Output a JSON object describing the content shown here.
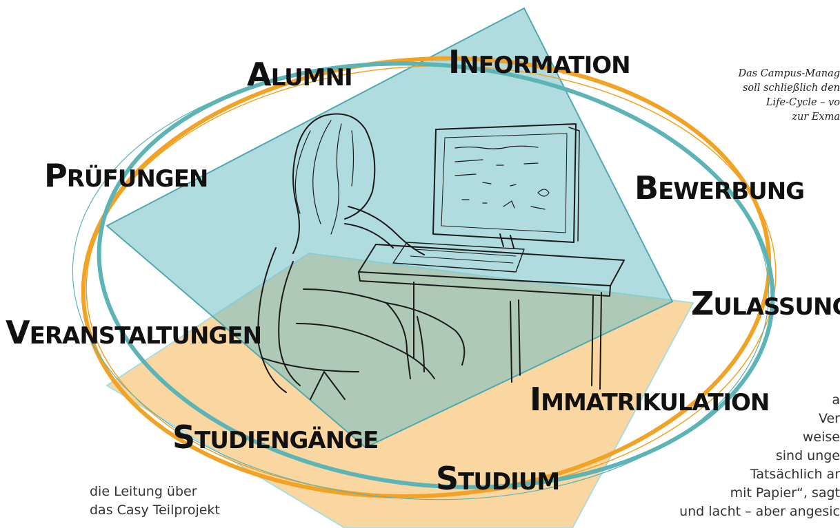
{
  "labels": {
    "alumni": {
      "initial": "A",
      "rest": "LUMNI"
    },
    "information": {
      "initial": "I",
      "rest": "NFORMATION"
    },
    "pruefungen": {
      "initial": "P",
      "rest": "RÜFUNGEN"
    },
    "bewerbung": {
      "initial": "B",
      "rest": "EWERBUNG"
    },
    "zulassung": {
      "initial": "Z",
      "rest": "ULASSUNG"
    },
    "veranstaltungen": {
      "initial": "V",
      "rest": "ERANSTALTUNGEN"
    },
    "immatrikulation": {
      "initial": "I",
      "rest": "MMATRIKULATION"
    },
    "studiengaenge": {
      "initial": "S",
      "rest": "TUDIENGÄNGE"
    },
    "studium": {
      "initial": "S",
      "rest": "TUDIUM"
    }
  },
  "quote": {
    "line1": "Das Campus-Manag",
    "line2": "soll schließlich den",
    "line3": "Life-Cycle – vo",
    "line4": "zur Exma"
  },
  "text_left": {
    "line1": "die Leitung über",
    "line2": "das Casy Teilprojekt"
  },
  "text_right": {
    "line1": "a",
    "line2": "Ver",
    "line3": "weise",
    "line4": "sind unge",
    "line5": "Tatsächlich ar",
    "line6": "mit Papier“, sagt",
    "line7": "und lacht – aber angesic"
  },
  "colors": {
    "teal": "#6fc0c6",
    "peach": "#f8c880",
    "orange_ring": "#f2a224",
    "teal_ring": "#5cb4b6",
    "ink": "#1a1a1a"
  },
  "icons": {
    "illustration": "person-at-computer-sketch"
  }
}
